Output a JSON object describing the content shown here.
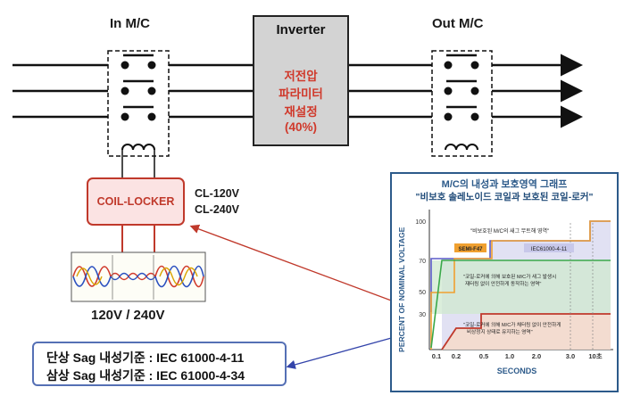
{
  "labels": {
    "in_mc": "In M/C",
    "inverter": "Inverter",
    "out_mc": "Out M/C"
  },
  "inverter_text": {
    "line1": "저전압",
    "line2": "파라미터",
    "line3": "재설정",
    "line4": "(40%)"
  },
  "coil_locker": {
    "label": "COIL-LOCKER",
    "model1": "CL-120V",
    "model2": "CL-240V"
  },
  "waveform_caption": "120V / 240V",
  "standards": {
    "line1": "단상 Sag 내성기준 : IEC 61000-4-11",
    "line2": "삼상 Sag 내성기준 : IEC 61000-4-34"
  },
  "colors": {
    "inverter_text": "#d0392b",
    "coil_border": "#c0392b",
    "chart_title": "#2c5a8a",
    "unprotected": "#c8c8ea",
    "coil_zone": "#cfe8cf",
    "breaker_zone": "#f5dccc"
  },
  "chart": {
    "title1": "M/C의 내성과 보호영역 그래프",
    "title2": "\"비보호 솔레노이드 코일과 보호된 코일-로커\"",
    "ylabel": "PERCENT OF NOMINAL VOLTAGE",
    "xlabel": "SECONDS",
    "x_ticks": [
      "0.1",
      "0.2",
      "0.5",
      "1.0",
      "2.0",
      "3.0",
      "10초"
    ],
    "y_ticks": [
      "100",
      "70",
      "50",
      "30"
    ],
    "annotation_top": "\"비보호된 M/C의 새그 무트해 영역\"",
    "semi_f47": "SEMI-F47",
    "iec_label": "IEC61000-4-11",
    "annotation_mid_1": "\"코일-로커에 의해 보호된 M/C가 새그 발생시",
    "annotation_mid_2": "재터링 없이 안전하게 동작하는 영역\"",
    "annotation_low_1": "\"코일-로커에 의해 M/C가 채터링 없이 안전하게",
    "annotation_low_2": "비상정지 상태로 유지하는 영역\""
  }
}
